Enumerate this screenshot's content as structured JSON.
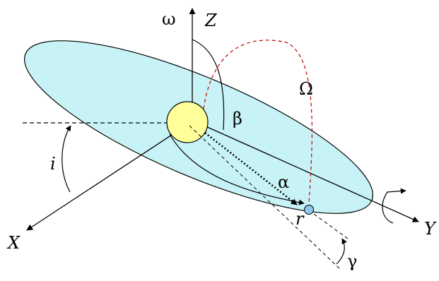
{
  "labels": {
    "omega_small": "ω",
    "z_axis": "Z",
    "omega_big": "Ω",
    "beta": "β",
    "alpha": "α",
    "i_angle": "i",
    "r_vector": "r",
    "x_axis": "X",
    "y_axis": "Y",
    "gamma": "γ"
  },
  "colors": {
    "orbit_plane_fill": "#c8f3f6",
    "central_body_fill": "#ffff99",
    "satellite_fill": "#8fc7ea",
    "node_arc_stroke": "#c00000",
    "line_stroke": "#000000"
  }
}
